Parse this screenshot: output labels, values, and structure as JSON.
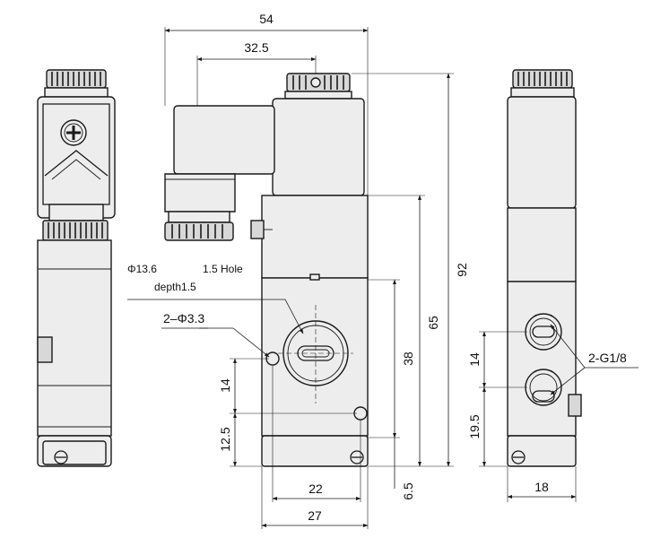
{
  "dimensions": {
    "overall_width": "54",
    "coil_offset": "32.5",
    "overall_height": "92",
    "body_height": "65",
    "port_height": "38",
    "hole_spacing": "14",
    "bottom_offset": "12.5",
    "hole_pitch": "22",
    "body_width": "27",
    "base_thickness": "6.5",
    "side_port_spacing": "14",
    "side_bottom_offset": "19.5",
    "side_width": "18"
  },
  "labels": {
    "phi_dia": "Φ13.6",
    "depth": "depth1.5",
    "hole": "1.5 Hole",
    "mount_holes": "2–Φ3.3",
    "ports": "2-G1/8"
  },
  "icons": {
    "screw": "phillips-screw-icon",
    "arrow": "arrowhead-icon"
  }
}
